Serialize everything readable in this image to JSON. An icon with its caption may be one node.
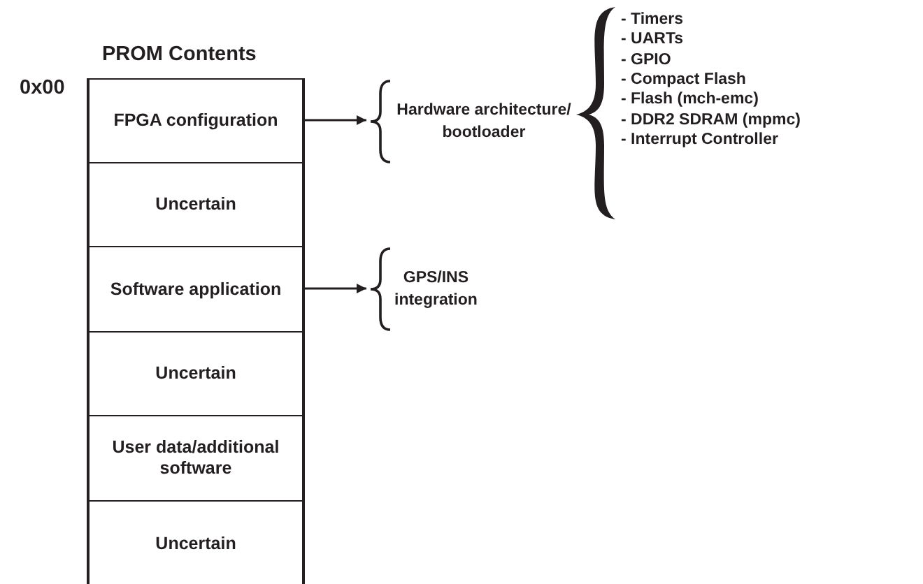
{
  "diagram": {
    "title": "PROM Contents",
    "nodes": [
      {
        "text": [
          "FPGA configuration"
        ]
      },
      {
        "text": [
          "Uncertain"
        ]
      },
      {
        "text": [
          "Software application"
        ]
      },
      {
        "text": [
          "Uncertain"
        ]
      },
      {
        "text": [
          "User data/additional software"
        ]
      },
      {
        "text": [
          "Uncertain"
        ]
      },
      {
        "text": [
          "Hardware architecture/ bootloader"
        ]
      },
      {
        "text": [
          "GPS/INS integration"
        ]
      },
      {
        "text": [
          "- Timers",
          "- UARTs",
          "- GPIO",
          "- Compact Flash",
          "- Flash (mch-emc)",
          "- DDR2 SDRAM (mpmc)",
          "- Interrupt Controller"
        ]
      }
    ],
    "edges": [
      {
        "from": 0,
        "to": 6,
        "arrow": "to"
      },
      {
        "from": 2,
        "to": 7,
        "arrow": "to"
      }
    ],
    "labels": [
      "0x00"
    ]
  }
}
